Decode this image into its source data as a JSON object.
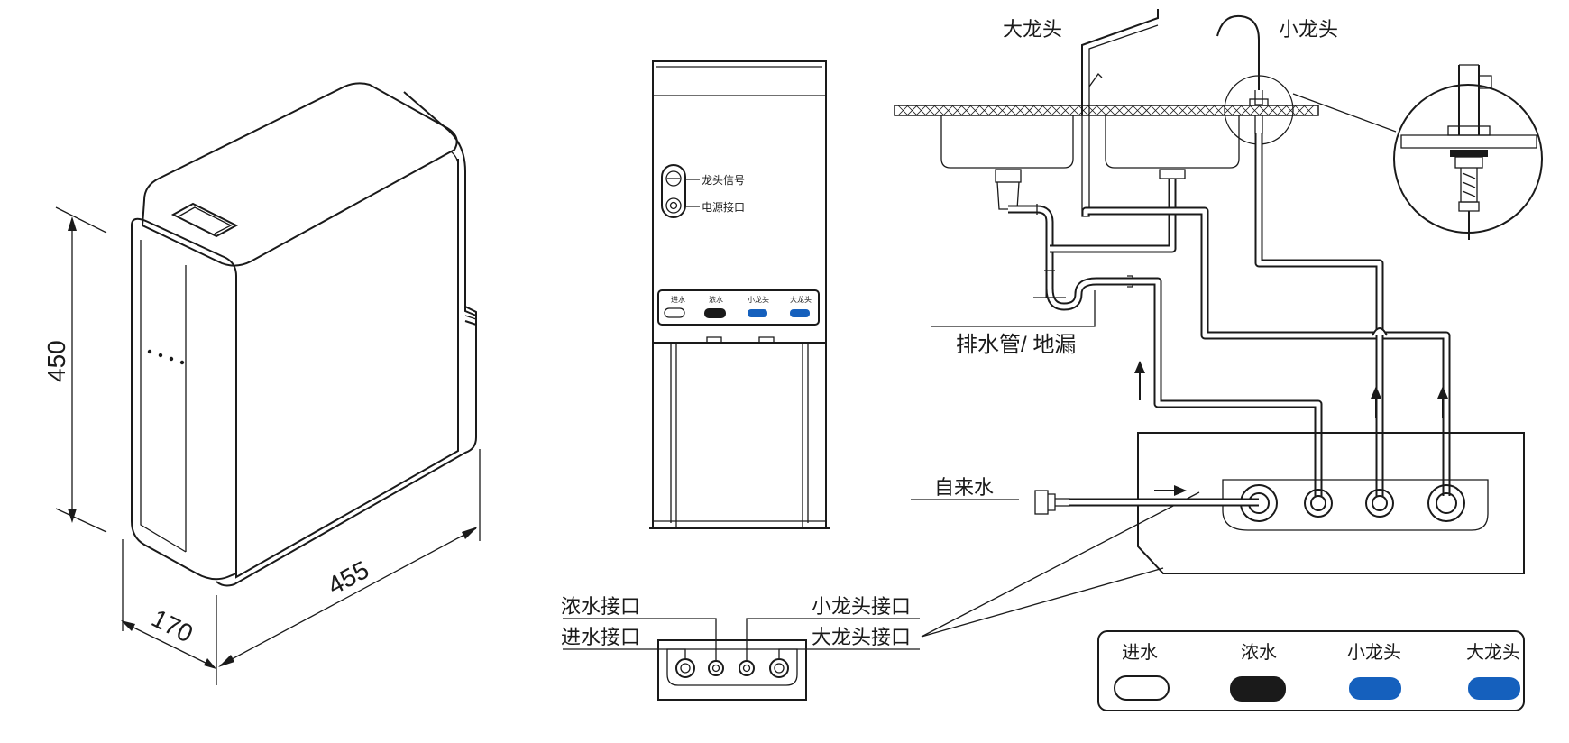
{
  "dimensions": {
    "height": "450",
    "depth": "170",
    "width": "455"
  },
  "unit_panel": {
    "faucet_signal": "龙头信号",
    "power_port": "电源接口"
  },
  "port_labels_small": {
    "inlet": "进水",
    "concentrate": "浓水",
    "small_faucet": "小龙头",
    "big_faucet": "大龙头"
  },
  "connector_labels": {
    "concentrate_port": "浓水接口",
    "inlet_port": "进水接口",
    "small_faucet_port": "小龙头接口",
    "big_faucet_port": "大龙头接口"
  },
  "install": {
    "big_faucet": "大龙头",
    "small_faucet": "小龙头",
    "drain": "排水管/ 地漏",
    "tap_water": "自来水"
  },
  "legend": [
    {
      "label": "进水",
      "color": "#ffffff"
    },
    {
      "label": "浓水",
      "color": "#1a1a1a"
    },
    {
      "label": "小龙头",
      "color": "#1560bd"
    },
    {
      "label": "大龙头",
      "color": "#1560bd"
    }
  ]
}
